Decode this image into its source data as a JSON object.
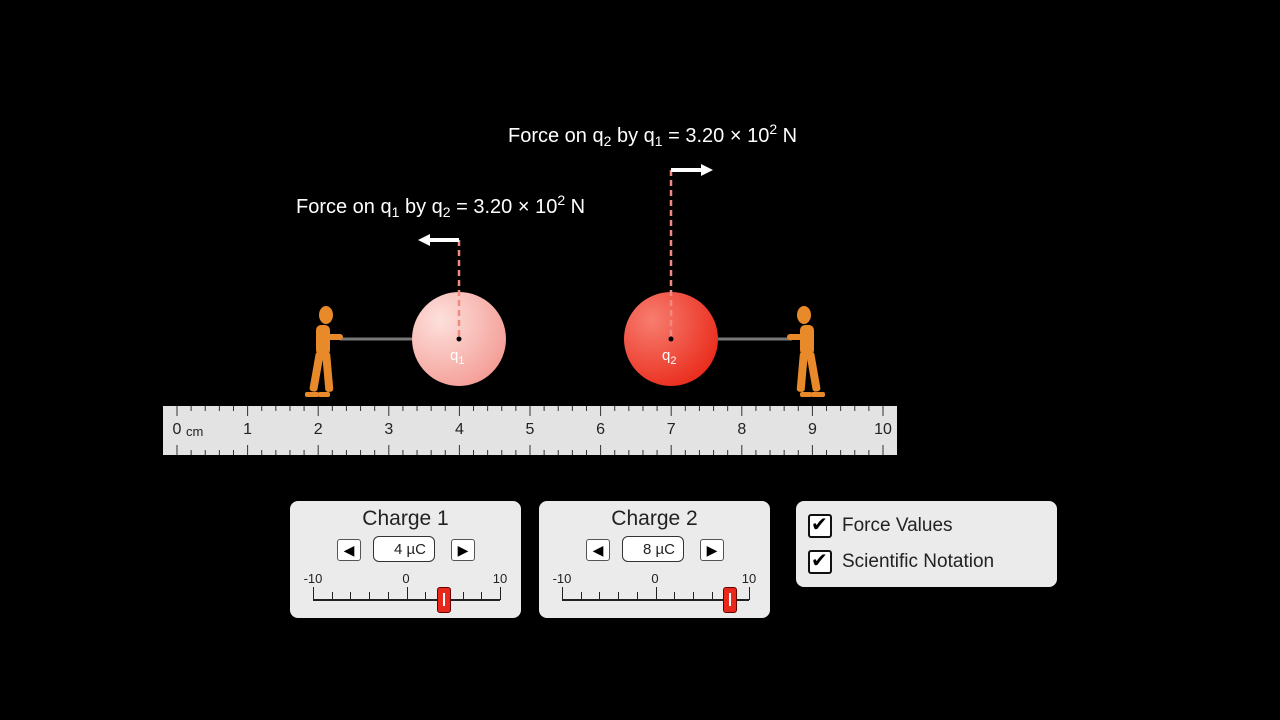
{
  "forces": {
    "on_q1": {
      "prefix": "Force on q",
      "sub1": "1",
      "mid": " by q",
      "sub2": "2",
      "value": " = 3.20 × 10",
      "exp": "2",
      "unit": " N"
    },
    "on_q2": {
      "prefix": "Force on q",
      "sub1": "2",
      "mid": " by q",
      "sub2": "1",
      "value": " = 3.20 × 10",
      "exp": "2",
      "unit": " N"
    }
  },
  "charges": {
    "q1": {
      "label": "q",
      "sub": "1",
      "position_cm": 4,
      "color": "#f6a6a0"
    },
    "q2": {
      "label": "q",
      "sub": "2",
      "position_cm": 7,
      "color": "#f0392a"
    }
  },
  "ruler": {
    "unit": "cm",
    "ticks": [
      "0",
      "1",
      "2",
      "3",
      "4",
      "5",
      "6",
      "7",
      "8",
      "9",
      "10"
    ]
  },
  "charge1": {
    "title": "Charge 1",
    "value": "4 µC",
    "min_label": "-10",
    "mid_label": "0",
    "max_label": "10",
    "value_num": 4
  },
  "charge2": {
    "title": "Charge 2",
    "value": "8 µC",
    "min_label": "-10",
    "mid_label": "0",
    "max_label": "10",
    "value_num": 8
  },
  "options": {
    "force_values": "Force Values",
    "scientific_notation": "Scientific Notation",
    "force_values_checked": true,
    "scientific_notation_checked": true
  },
  "icons": {
    "left": "◀",
    "right": "▶",
    "check": "✔"
  }
}
